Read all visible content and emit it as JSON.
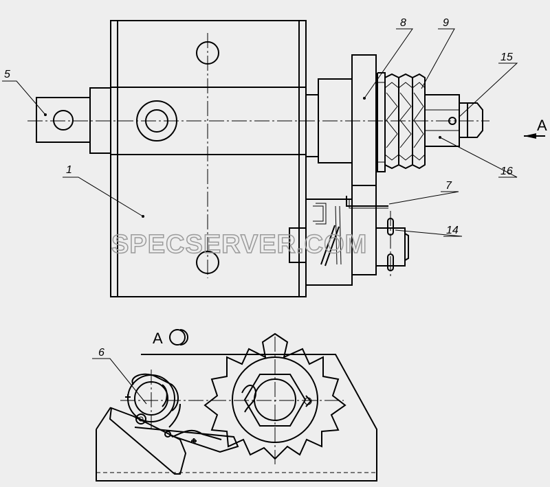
{
  "callouts": {
    "c1": "1",
    "c5": "5",
    "c6": "6",
    "c7": "7",
    "c8": "8",
    "c9": "9",
    "c14": "14",
    "c15": "15",
    "c16": "16"
  },
  "view_arrow_label": "A",
  "view_marker_label": "A",
  "watermark": "SPECSERVER.COM"
}
